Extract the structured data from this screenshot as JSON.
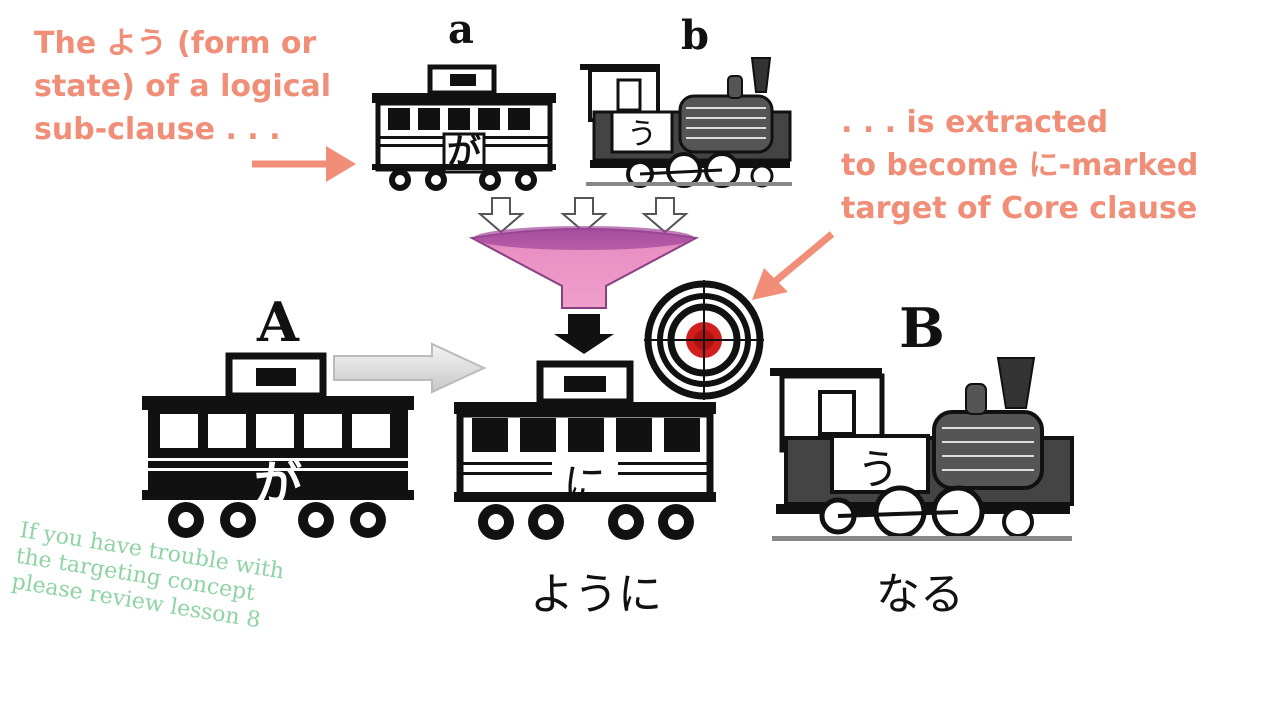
{
  "annotation_left": {
    "line1": "The よう (form or",
    "line2": "state) of a logical",
    "line3": "sub-clause . . ."
  },
  "annotation_right": {
    "line1": ". . . is extracted",
    "line2": "to become に-marked",
    "line3": "target of Core clause"
  },
  "labels": {
    "small_car": "a",
    "small_engine": "b",
    "big_car": "A",
    "big_engine": "B"
  },
  "cars": {
    "small_car_kana": "が",
    "small_engine_kana": "う",
    "big_car_kana": "が",
    "middle_car_kana": "に",
    "big_engine_kana": "う"
  },
  "words": {
    "under_middle_car": "ように",
    "under_engine": "なる"
  },
  "note": {
    "line1": "If you have trouble with",
    "line2": "the targeting concept",
    "line3": "please review lesson 8"
  },
  "colors": {
    "annotation": "#f08e78",
    "note": "#8dd3a4",
    "funnel": "#e98fc4",
    "target_center": "#d11f1f"
  }
}
